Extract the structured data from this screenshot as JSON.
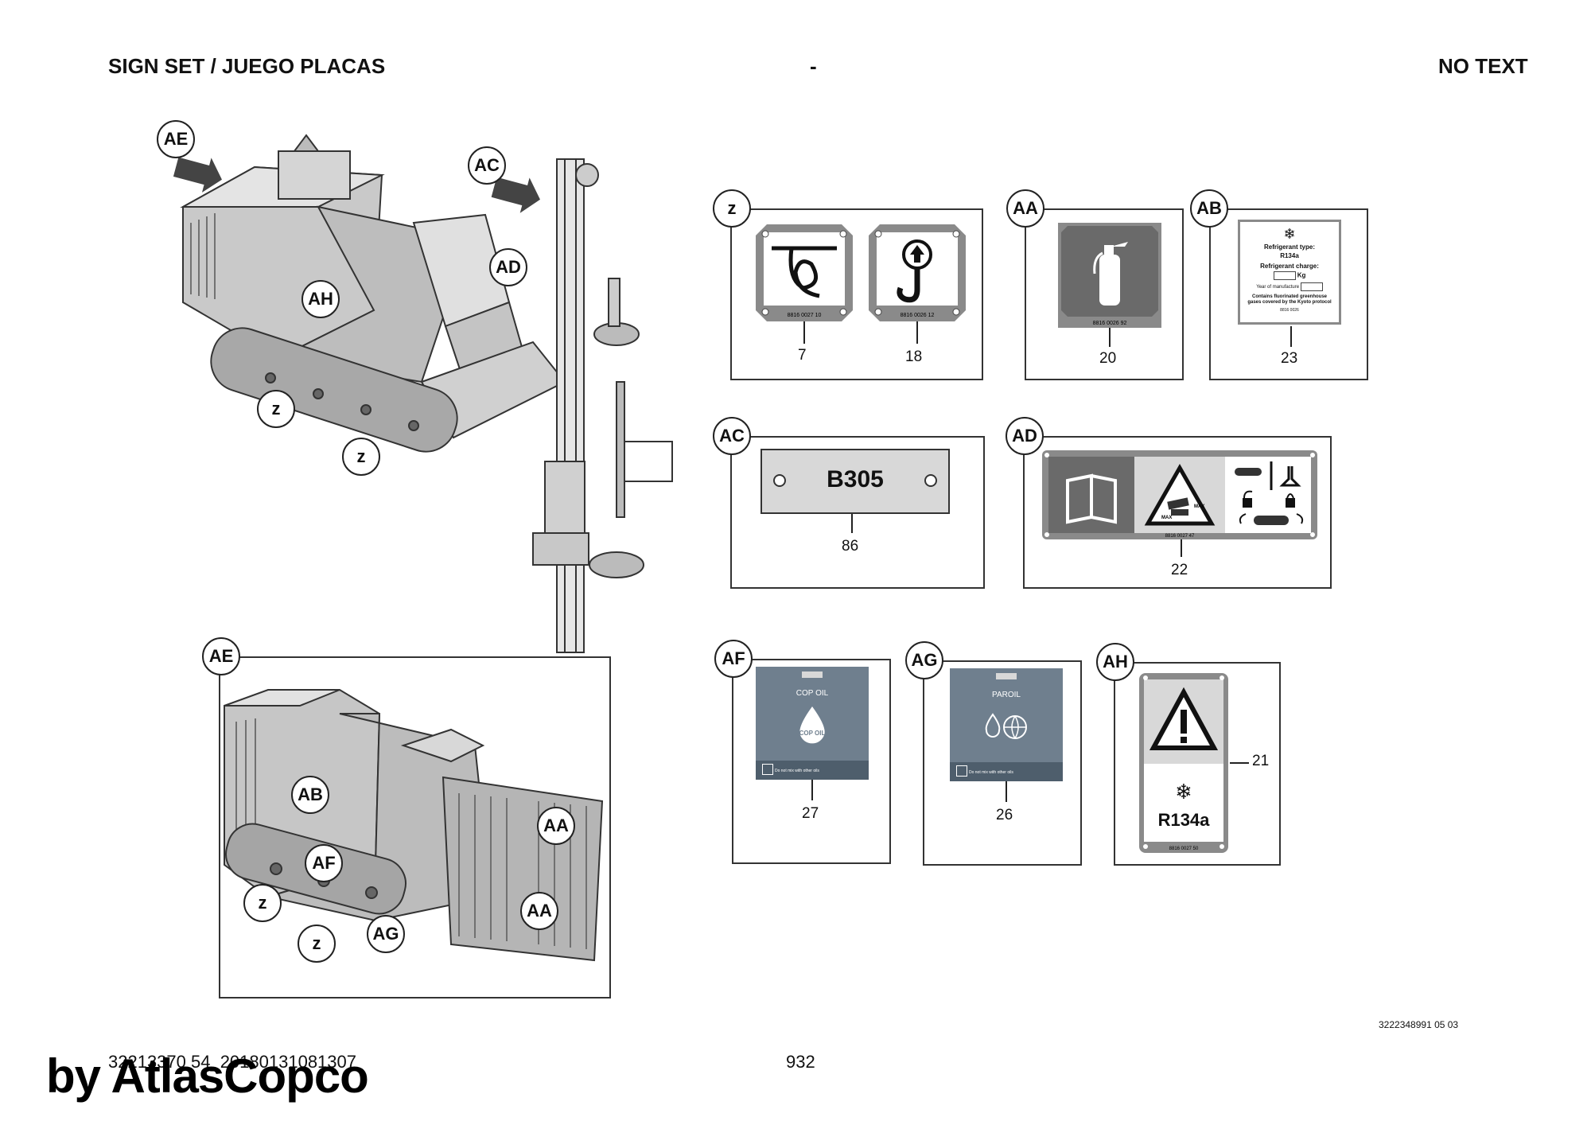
{
  "header": {
    "left": "SIGN SET / JUEGO PLACAS",
    "center": "-",
    "right": "NO TEXT"
  },
  "views": {
    "top_callouts": [
      "AE",
      "AC",
      "AD",
      "AH",
      "z",
      "z"
    ],
    "bottom_callouts": [
      "AE",
      "AB",
      "AA",
      "AF",
      "AA",
      "z",
      "z",
      "AG"
    ]
  },
  "panels": {
    "z": {
      "label": "z",
      "items": [
        "7",
        "18"
      ],
      "codes": [
        "8816 0027 10",
        "8816 0026 12"
      ]
    },
    "AA": {
      "label": "AA",
      "items": [
        "20"
      ],
      "codes": [
        "8816 0026 92"
      ]
    },
    "AB": {
      "label": "AB",
      "items": [
        "23"
      ],
      "sticker": {
        "icon": "snowflake-icon",
        "refrigerant_type_label": "Refrigerant type:",
        "refrigerant_type": "R134a",
        "refrigerant_charge_label": "Refrigerant charge:",
        "unit": "Kg",
        "year_label": "Year of manufacture",
        "note": "Contains fluorinated greenhouse gases covered by the Kyoto protocol",
        "code": "8816 0026"
      }
    },
    "AC": {
      "label": "AC",
      "items": [
        "86"
      ],
      "plate_text": "B305"
    },
    "AD": {
      "label": "AD",
      "items": [
        "22"
      ],
      "codes": [
        "8816 0027 47"
      ],
      "max": "MAX"
    },
    "AF": {
      "label": "AF",
      "items": [
        "27"
      ],
      "title": "COP OIL",
      "drop_text": "COP OIL",
      "footer": "Do not mix with other oils"
    },
    "AG": {
      "label": "AG",
      "items": [
        "26"
      ],
      "title": "PAROIL",
      "footer": "Do not mix with other oils"
    },
    "AH": {
      "label": "AH",
      "items": [
        "21"
      ],
      "text": "R134a",
      "code": "8816 0027 50"
    }
  },
  "doc_code": "3222348991 05 03",
  "footer": {
    "doc_id": "32213370 54_20180131081307",
    "page": "932",
    "watermark": "by AtlasCopco"
  },
  "colors": {
    "sign_gray": "#8a8a8a",
    "dark_gray": "#555555",
    "light_gray": "#d8d8d8",
    "oil_bg": "#6f7f8e"
  }
}
